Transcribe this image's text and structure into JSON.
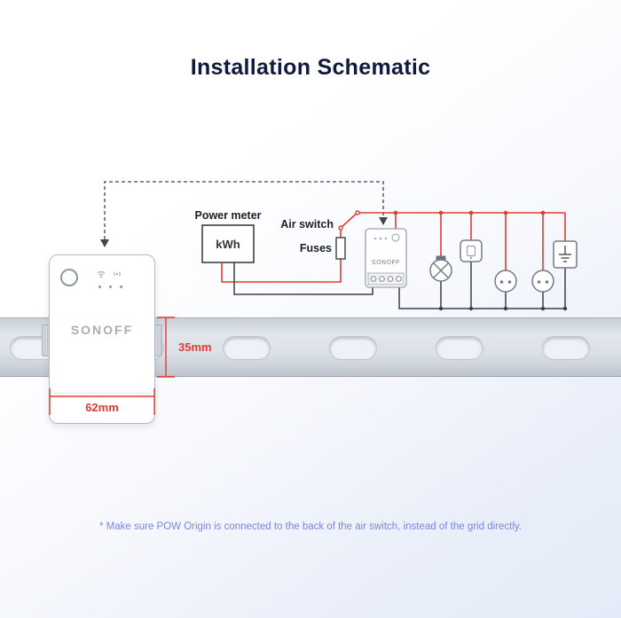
{
  "page": {
    "title": "Installation Schematic",
    "footnote": "* Make sure POW Origin is connected to the back of the air switch, instead of the grid directly."
  },
  "schematic": {
    "power_meter_label": "Power meter",
    "meter_unit": "kWh",
    "air_switch_label": "Air switch",
    "fuses_label": "Fuses",
    "mini_device_brand": "SONOFF"
  },
  "device": {
    "brand": "SONOFF"
  },
  "dimensions": {
    "rail_height": "35mm",
    "device_width": "62mm"
  },
  "colors": {
    "wire_live": "#e03c31",
    "wire_neutral": "#3a3f46",
    "dimension": "#e23a32",
    "title": "#101b3c",
    "footnote": "#7c85dd"
  }
}
